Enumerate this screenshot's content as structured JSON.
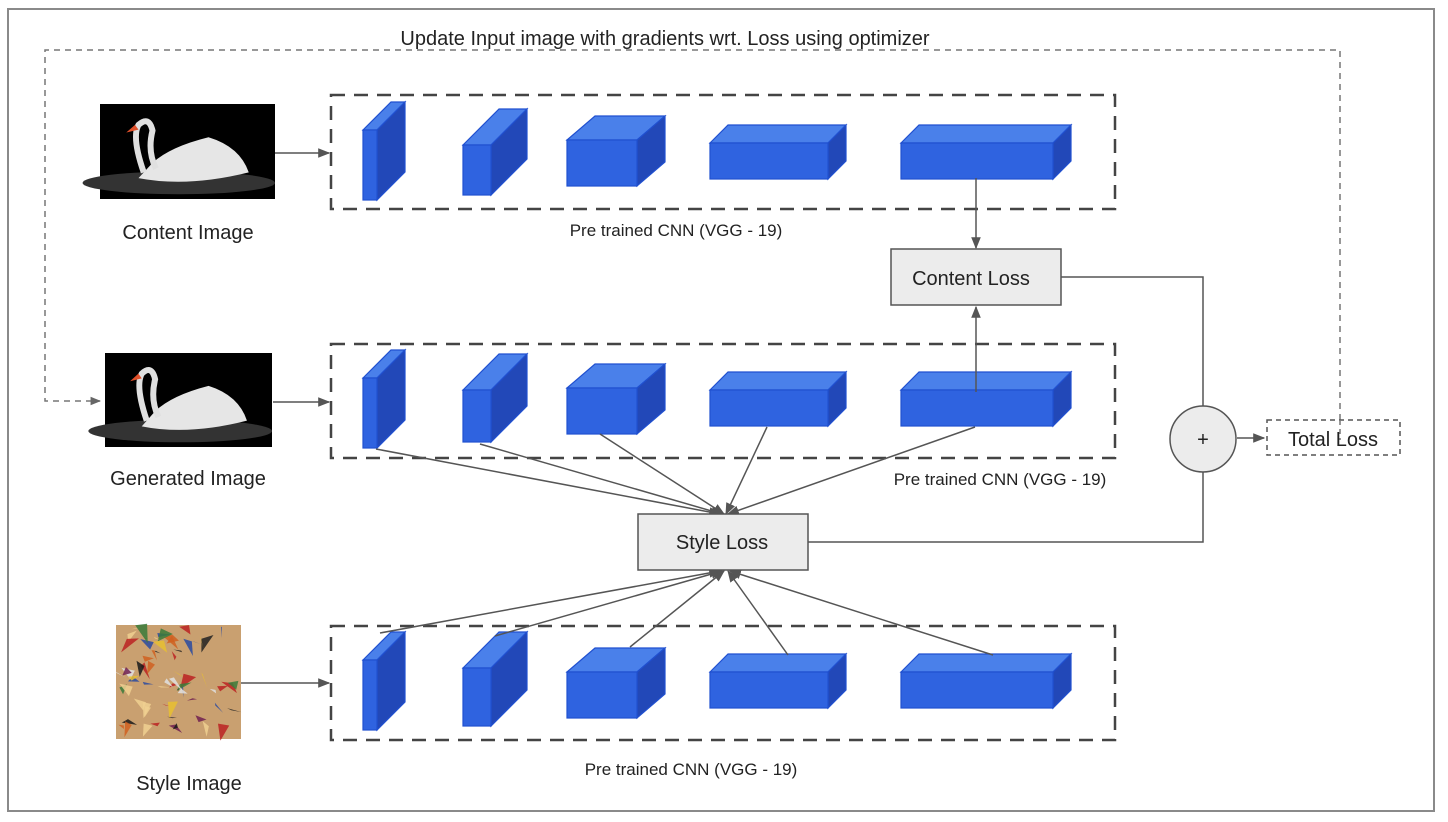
{
  "title": "Update Input image with gradients wrt. Loss using optimizer",
  "inputs": [
    {
      "id": "content",
      "label": "Content Image",
      "image": "swan-photo"
    },
    {
      "id": "generated",
      "label": "Generated Image",
      "image": "swan-photo"
    },
    {
      "id": "style",
      "label": "Style Image",
      "image": "abstract-painting"
    }
  ],
  "networks": [
    {
      "id": "cnn-content",
      "label": "Pre trained CNN (VGG - 19)",
      "layers": 5
    },
    {
      "id": "cnn-generated",
      "label": "Pre trained CNN (VGG - 19)",
      "layers": 5
    },
    {
      "id": "cnn-style",
      "label": "Pre trained CNN (VGG - 19)",
      "layers": 5
    }
  ],
  "nodes": {
    "content_loss": "Content Loss",
    "style_loss": "Style Loss",
    "sum": "+",
    "total_loss": "Total Loss"
  },
  "colors": {
    "layer_front": "#2f63e0",
    "layer_top": "#4a80ea",
    "layer_side": "#2248b8",
    "loss_box": "#ececec",
    "line": "#555555"
  }
}
